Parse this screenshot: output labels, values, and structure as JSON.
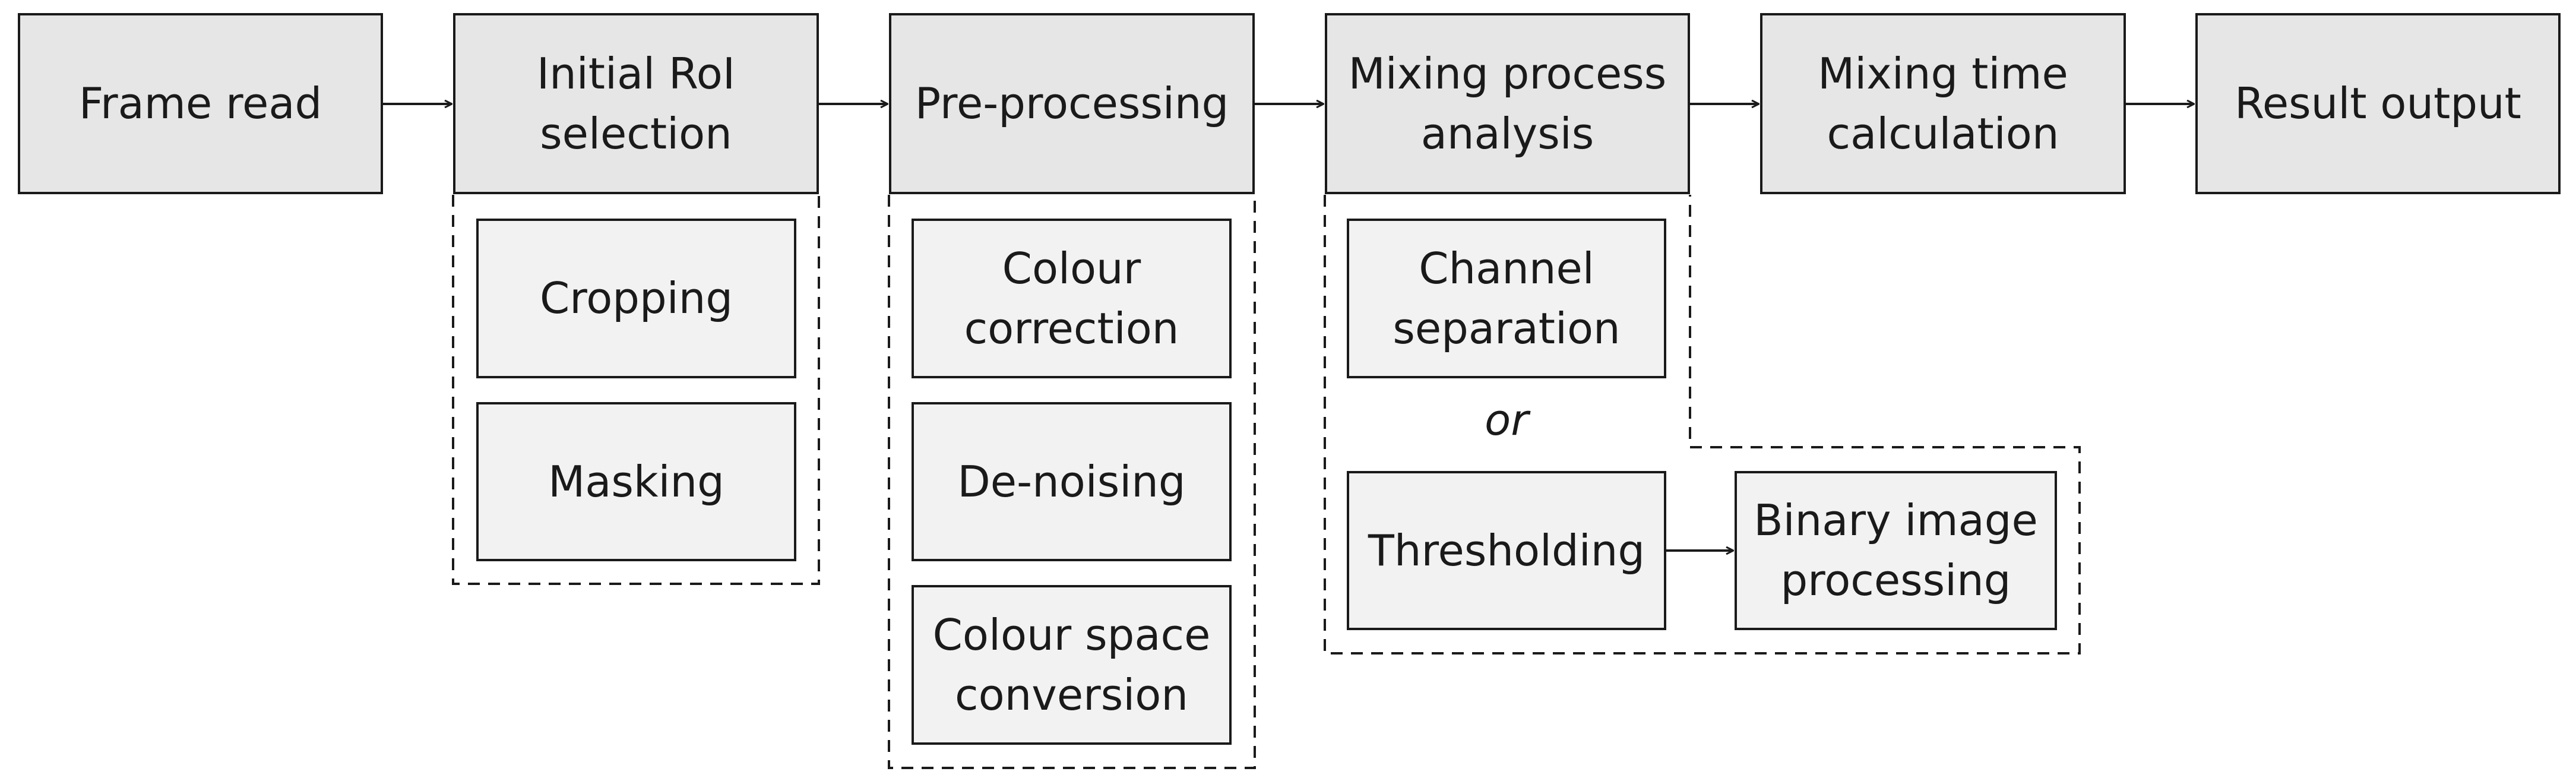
{
  "main_steps": [
    "Frame read",
    "Initial RoI\nselection",
    "Pre-processing",
    "Mixing process\nanalysis",
    "Mixing time\ncalculation",
    "Result output"
  ],
  "roi_substeps": [
    "Cropping",
    "Masking"
  ],
  "preprocessing_substeps": [
    "Colour\ncorrection",
    "De-noising",
    "Colour space\nconversion"
  ],
  "analysis_substeps": {
    "channel_separation": "Channel\nseparation",
    "or_label": "or",
    "thresholding": "Thresholding",
    "binary_processing": "Binary image\nprocessing"
  }
}
